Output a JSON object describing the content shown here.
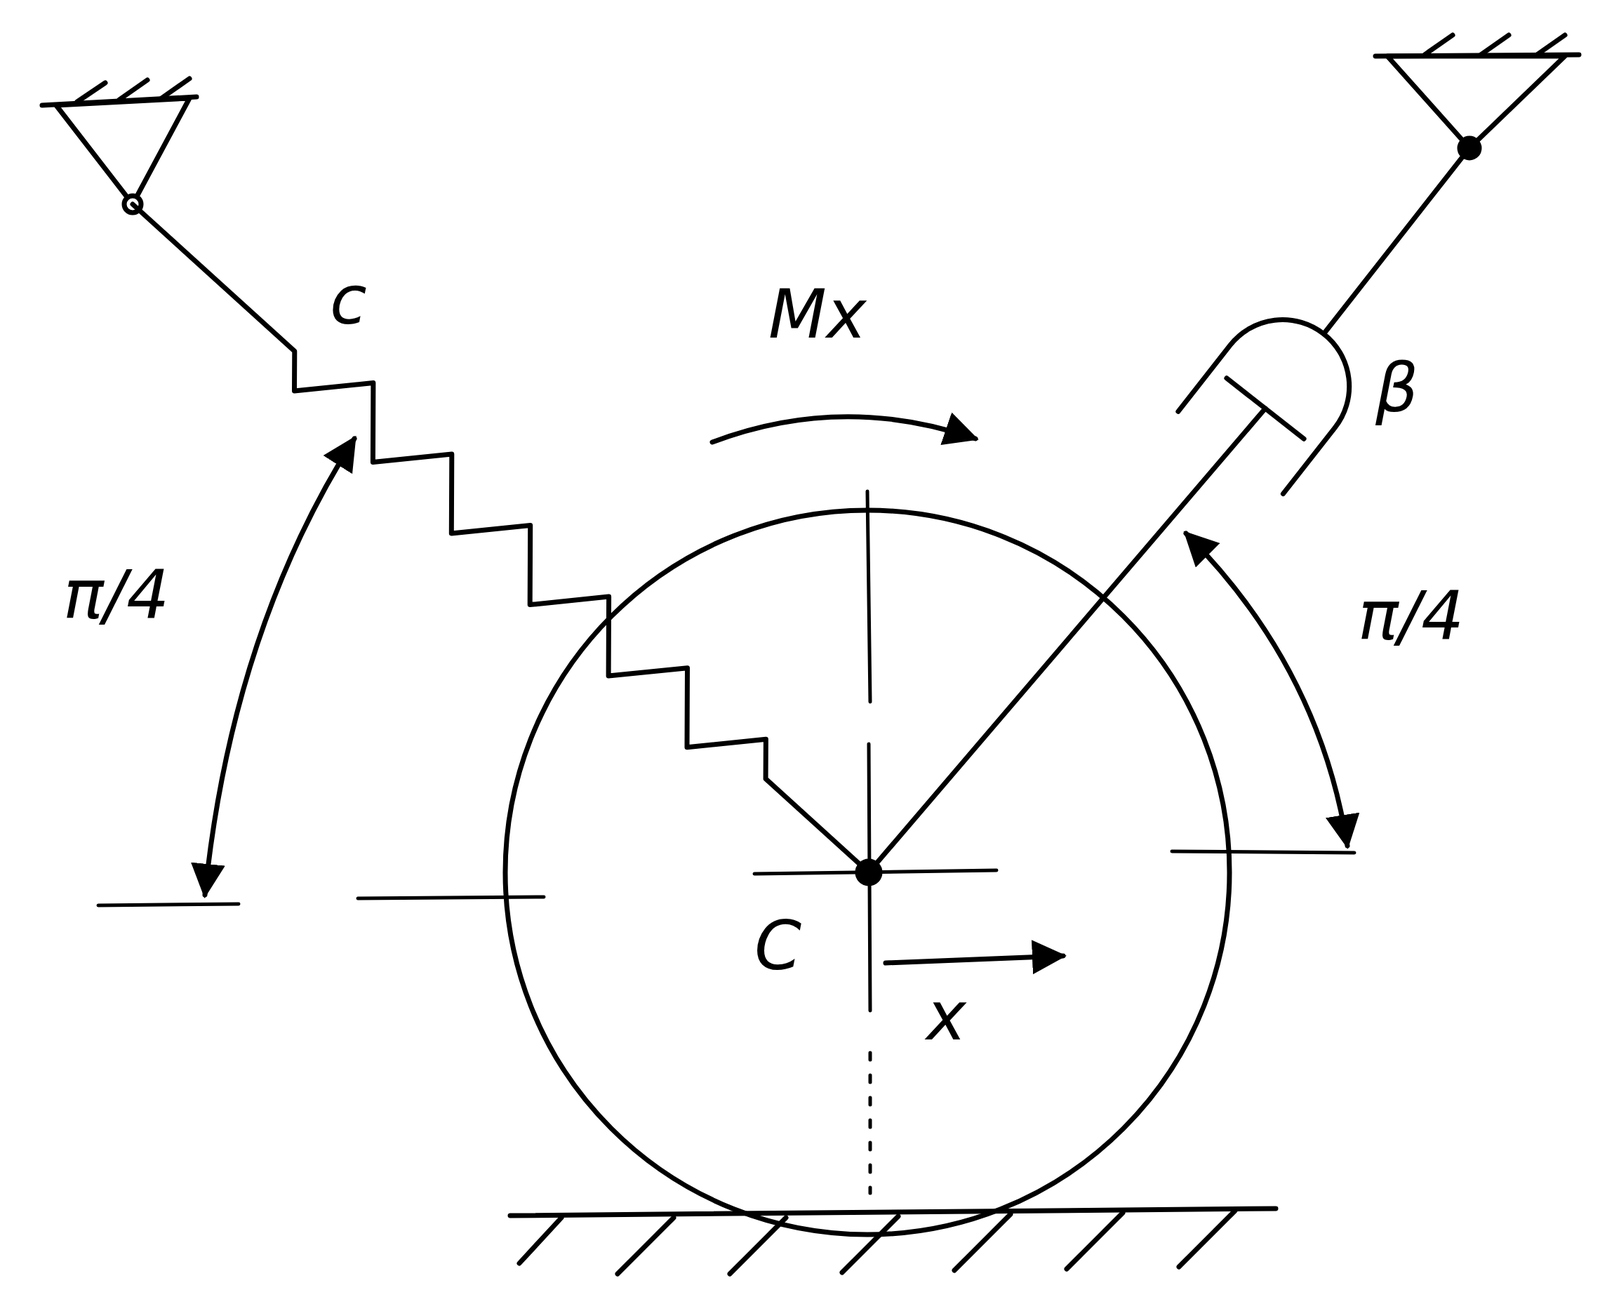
{
  "diagram": {
    "labels": [
      "c",
      "π/4",
      "Mx",
      "β",
      "π/4",
      "C",
      "x"
    ]
  }
}
